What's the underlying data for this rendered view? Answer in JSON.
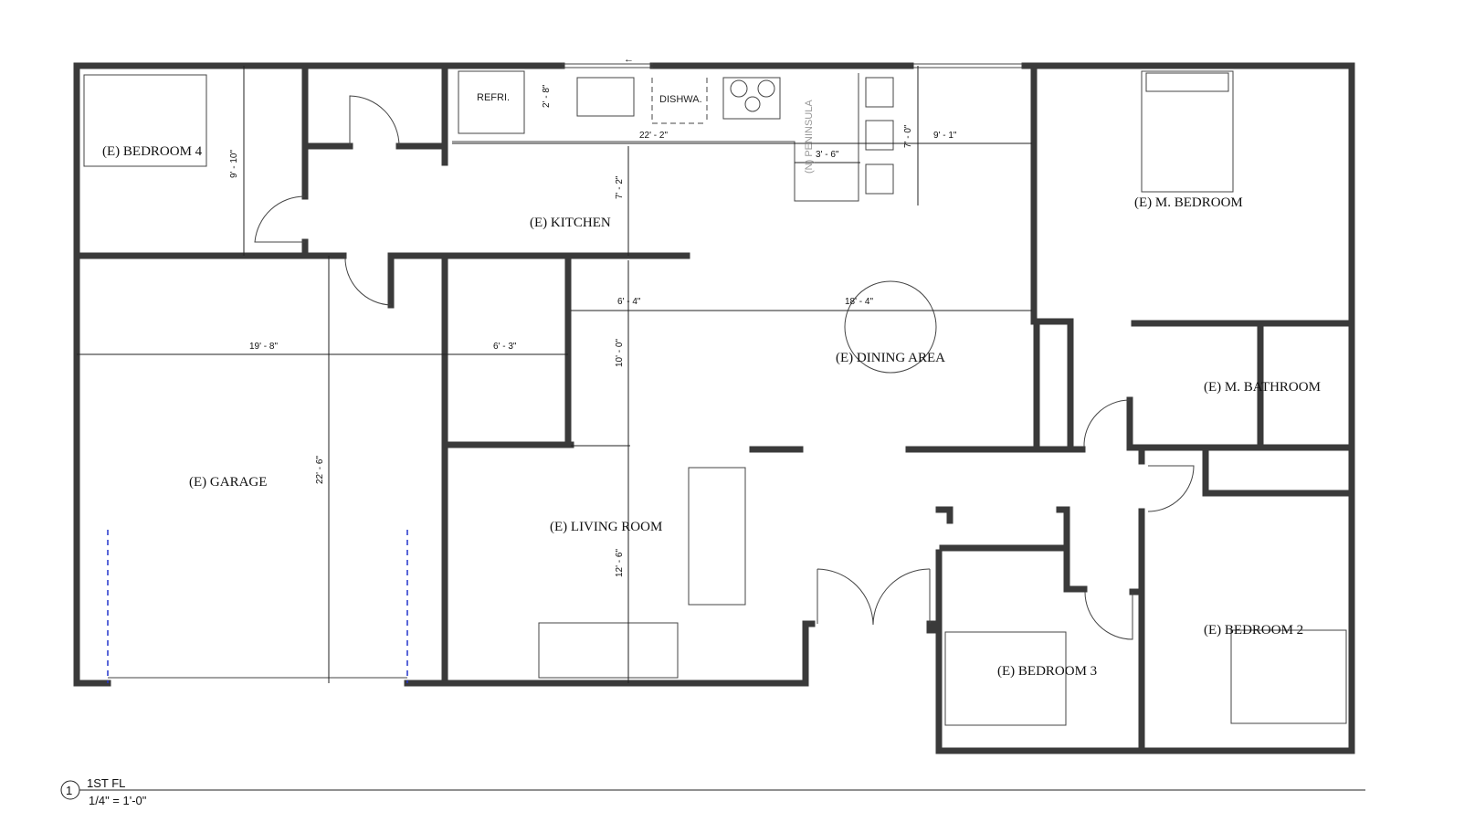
{
  "rooms": {
    "bedroom4": "(E) BEDROOM 4",
    "kitchen": "(E) KITCHEN",
    "master_bedroom": "(E) M. BEDROOM",
    "garage": "(E) GARAGE",
    "dining": "(E) DINING AREA",
    "master_bath": "(E) M. BATHROOM",
    "living": "(E) LIVING ROOM",
    "bedroom2": "(E) BEDROOM 2",
    "bedroom3": "(E) BEDROOM 3"
  },
  "fixtures": {
    "refrigerator": "REFRI.",
    "dishwasher": "DISHWA.",
    "peninsula": "(N) PENINSULA",
    "slider_arrow": "←"
  },
  "dimensions": {
    "counter_depth": "2' - 8\"",
    "kitchen_length": "22' - 2\"",
    "peninsula_width": "3' - 6\"",
    "peninsula_length": "7' - 0\"",
    "kitchen_right": "9' - 1\"",
    "bedroom4_depth": "9' - 10\"",
    "kitchen_depth": "7' - 2\"",
    "hall_width": "6' - 4\"",
    "dining_width": "18' - 4\"",
    "garage_width": "19' - 8\"",
    "closet_width": "6' - 3\"",
    "dining_depth": "10' - 0\"",
    "garage_depth": "22' - 6\"",
    "living_depth": "12' - 6\""
  },
  "title_block": {
    "number": "1",
    "title": "1ST FL",
    "scale": "1/4\" = 1'-0\""
  }
}
